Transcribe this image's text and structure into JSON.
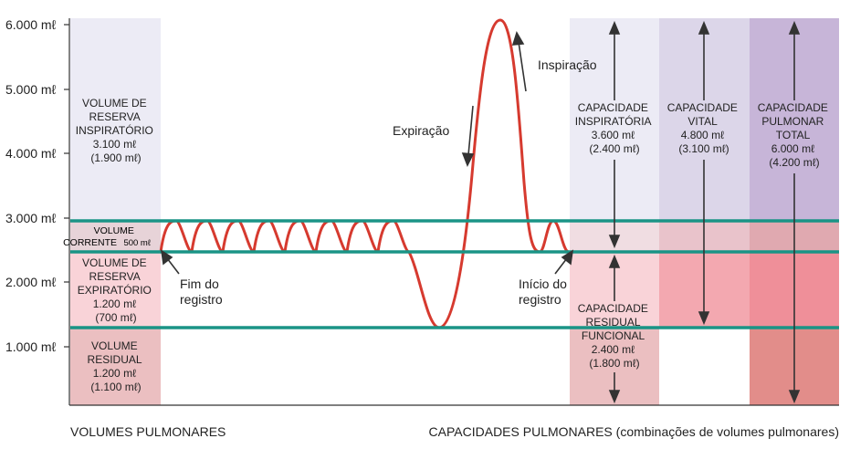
{
  "y_axis_labels": [
    "6.000 mℓ",
    "5.000 mℓ",
    "4.000 mℓ",
    "3.000 mℓ",
    "2.000 mℓ",
    "1.000 mℓ"
  ],
  "volumes": {
    "irv": [
      "VOLUME DE",
      "RESERVA",
      "INSPIRATÓRIO",
      "3.100 mℓ",
      "(1.900 mℓ)"
    ],
    "tv_line1": "VOLUME",
    "tv_line2": "CORRENTE",
    "tv_value": "500 mℓ",
    "erv": [
      "VOLUME DE",
      "RESERVA",
      "EXPIRATÓRIO",
      "1.200 mℓ",
      "(700 mℓ)"
    ],
    "rv": [
      "VOLUME",
      "RESIDUAL",
      "1.200 mℓ",
      "(1.100 mℓ)"
    ]
  },
  "capacities": {
    "inspiratory": [
      "CAPACIDADE",
      "INSPIRATÓRIA",
      "3.600 mℓ",
      "(2.400 mℓ)"
    ],
    "vital": [
      "CAPACIDADE",
      "VITAL",
      "4.800 mℓ",
      "(3.100 mℓ)"
    ],
    "total": [
      "CAPACIDADE",
      "PULMONAR",
      "TOTAL",
      "6.000 mℓ",
      "(4.200 mℓ)"
    ],
    "frc": [
      "CAPACIDADE",
      "RESIDUAL",
      "FUNCIONAL",
      "2.400 mℓ",
      "(1.800 mℓ)"
    ]
  },
  "annotations": {
    "inspiracao": "Inspiração",
    "expiracao": "Expiração",
    "fim_1": "Fim do",
    "fim_2": "registro",
    "inicio_1": "Início do",
    "inicio_2": "registro"
  },
  "footer": {
    "volumes": "VOLUMES PULMONARES",
    "capacities": "CAPACIDADES PULMONARES (combinações de volumes pulmonares)"
  },
  "colors": {
    "curve": "#d63a2f",
    "teal": "#1a9486",
    "lavender_light": "#ecebf5",
    "lavender_mid": "#dcd6e9",
    "lavender_dark": "#c7b5d8",
    "pink_light": "#f9d3d8",
    "pink_mid": "#f3a8b0",
    "pink_dark": "#ef8f99",
    "rose_grey": "#ebbfc1",
    "rose_dark": "#e28d8a",
    "tv_band": "#e7d3d8"
  }
}
